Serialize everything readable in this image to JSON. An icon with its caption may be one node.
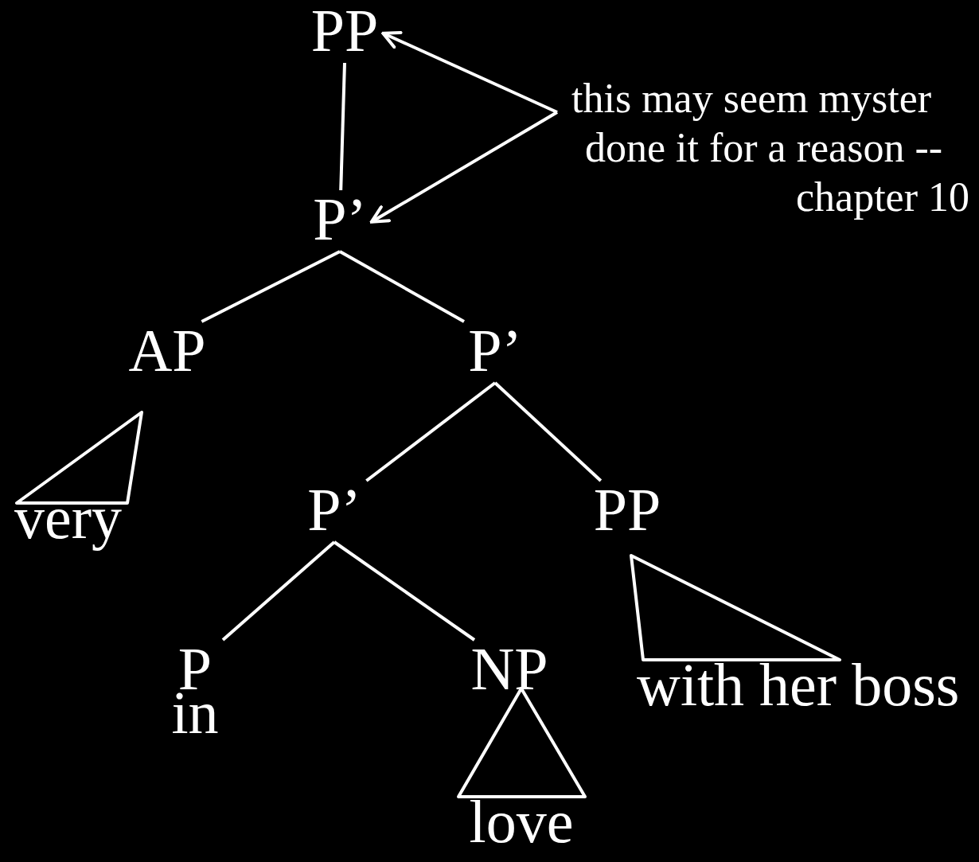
{
  "diagram": {
    "nodes": [
      {
        "text": [
          "PP"
        ]
      },
      {
        "text": [
          "P’"
        ]
      },
      {
        "text": [
          "AP"
        ]
      },
      {
        "text": [
          "P’"
        ]
      },
      {
        "text": [
          "very"
        ]
      },
      {
        "text": [
          "P’"
        ]
      },
      {
        "text": [
          "PP"
        ]
      },
      {
        "text": [
          "P"
        ]
      },
      {
        "text": [
          "in"
        ]
      },
      {
        "text": [
          "NP"
        ]
      },
      {
        "text": [
          "love"
        ]
      },
      {
        "text": [
          "with her boss"
        ]
      },
      {
        "text": [
          "this may seem myster",
          "done it for a reason --",
          "chapter 10"
        ]
      },
      {
        "text": [],
        "shape": "triangle"
      },
      {
        "text": [],
        "shape": "triangle"
      },
      {
        "text": [],
        "shape": "triangle"
      }
    ],
    "edges": [
      {
        "from": 0,
        "to": 1,
        "arrow": "none"
      },
      {
        "from": 1,
        "to": 2,
        "arrow": "none"
      },
      {
        "from": 1,
        "to": 3,
        "arrow": "none"
      },
      {
        "from": 3,
        "to": 5,
        "arrow": "none"
      },
      {
        "from": 3,
        "to": 6,
        "arrow": "none"
      },
      {
        "from": 5,
        "to": 7,
        "arrow": "none"
      },
      {
        "from": 5,
        "to": 9,
        "arrow": "none"
      },
      {
        "from": 12,
        "to": 0,
        "arrow": "to"
      },
      {
        "from": 12,
        "to": 1,
        "arrow": "to"
      }
    ]
  }
}
